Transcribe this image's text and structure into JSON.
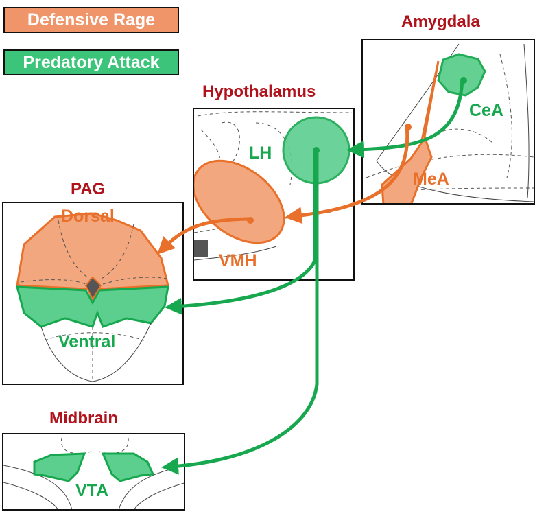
{
  "legend": {
    "defensive_rage": {
      "label": "Defensive Rage",
      "color": "#f0956a"
    },
    "predatory_attack": {
      "label": "Predatory Attack",
      "color": "#3cc57a"
    }
  },
  "colors": {
    "title": "#b0121b",
    "orange_stroke": "#e8702a",
    "orange_fill": "#f2a77f",
    "green_stroke": "#17a84f",
    "green_fill": "#5ccf8e"
  },
  "regions": {
    "amygdala": {
      "title": "Amygdala",
      "nuclei": {
        "cea": "CeA",
        "mea": "MeA"
      }
    },
    "hypothalamus": {
      "title": "Hypothalamus",
      "nuclei": {
        "lh": "LH",
        "vmh": "VMH"
      }
    },
    "pag": {
      "title": "PAG",
      "nuclei": {
        "dorsal": "Dorsal",
        "ventral": "Ventral"
      }
    },
    "midbrain": {
      "title": "Midbrain",
      "nuclei": {
        "vta": "VTA"
      }
    }
  },
  "pathways": [
    {
      "from": "CeA",
      "to": "LH",
      "type": "Predatory Attack"
    },
    {
      "from": "MeA",
      "to": "VMH",
      "type": "Defensive Rage"
    },
    {
      "from": "VMH",
      "to": "Dorsal PAG",
      "type": "Defensive Rage"
    },
    {
      "from": "LH",
      "to": "Ventral PAG",
      "type": "Predatory Attack"
    },
    {
      "from": "LH",
      "to": "VTA",
      "type": "Predatory Attack"
    }
  ]
}
